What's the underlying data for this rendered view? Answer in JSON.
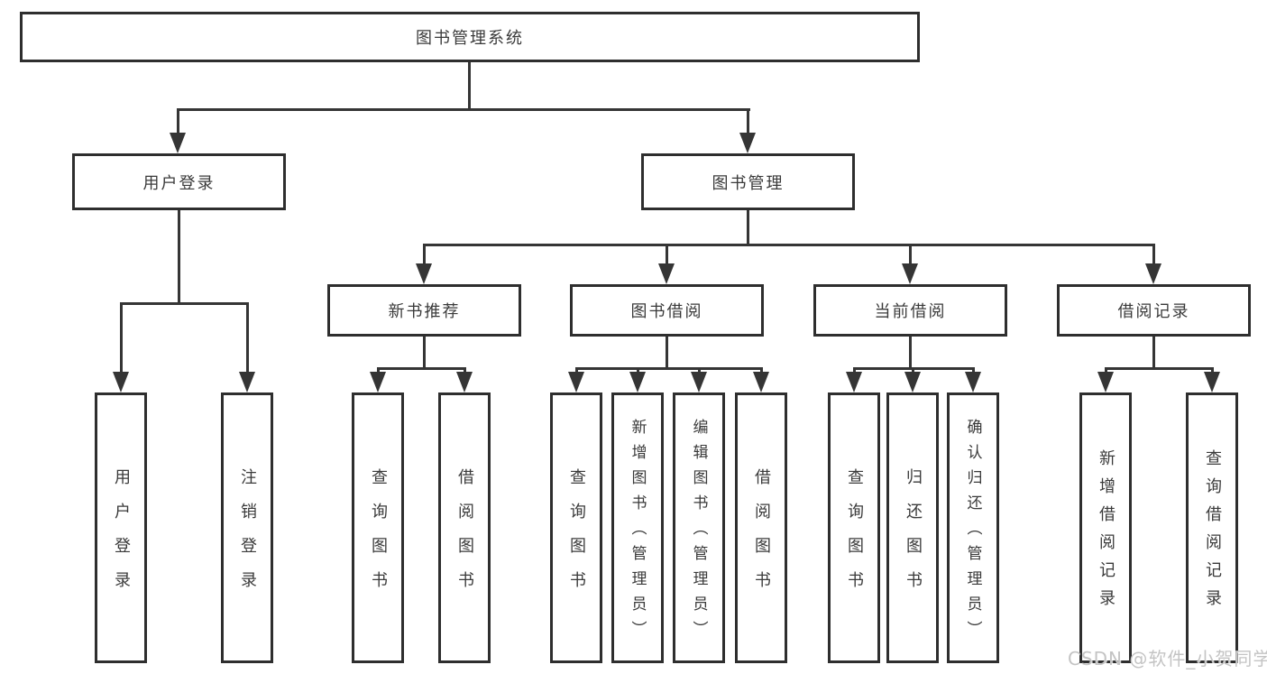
{
  "tree": {
    "root": "图书管理系统",
    "level1": {
      "user_login": "用户登录",
      "book_mgmt": "图书管理"
    },
    "level2": {
      "new_books": "新书推荐",
      "borrowing": "图书借阅",
      "current": "当前借阅",
      "records": "借阅记录"
    },
    "leaves": {
      "user_login": [
        "用户登录",
        "注销登录"
      ],
      "new_books": [
        "查询图书",
        "借阅图书"
      ],
      "borrowing": [
        "查询图书",
        "新增图书（管理员）",
        "编辑图书（管理员）",
        "借阅图书"
      ],
      "current": [
        "查询图书",
        "归还图书",
        "确认归还（管理员）"
      ],
      "records": [
        "新增借阅记录",
        "查询借阅记录"
      ]
    }
  },
  "watermark": "CSDN @软件_小贺同学",
  "colors": {
    "line": "#353535",
    "border": "#2e2e2e",
    "text": "#3a3a3a",
    "background": "#ffffff",
    "watermark": "#c4c4c4"
  }
}
